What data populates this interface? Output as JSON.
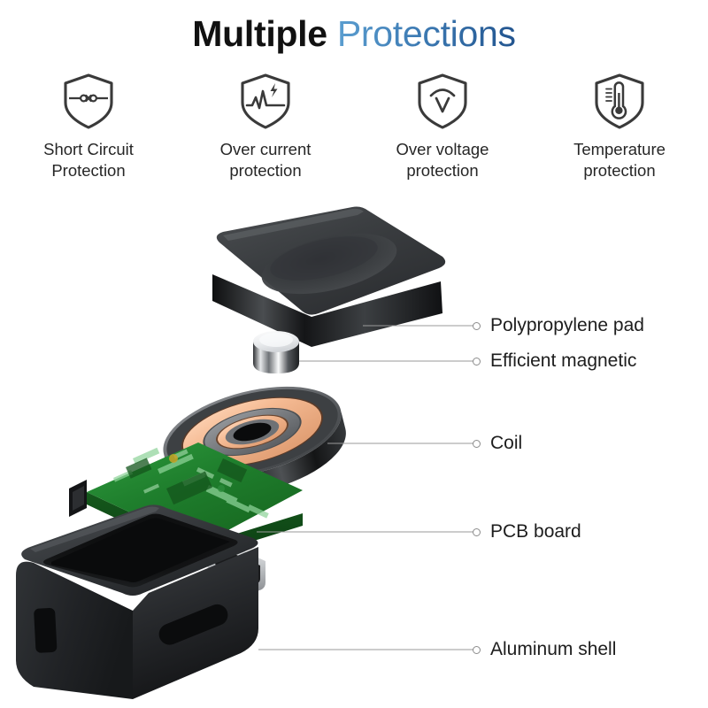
{
  "title": {
    "bold_part": "Multiple",
    "accent_part": "Protections",
    "accent_color_start": "#5b9ed0",
    "accent_color_end": "#23558f",
    "bold_color": "#111111"
  },
  "protections": [
    {
      "icon": "shield-short-circuit-icon",
      "label_line1": "Short Circuit",
      "label_line2": "Protection"
    },
    {
      "icon": "shield-over-current-icon",
      "label_line1": "Over current",
      "label_line2": "protection"
    },
    {
      "icon": "shield-over-voltage-icon",
      "label_line1": "Over voltage",
      "label_line2": "protection"
    },
    {
      "icon": "shield-temperature-icon",
      "label_line1": "Temperature",
      "label_line2": "protection"
    }
  ],
  "exploded_view": {
    "parts": [
      {
        "key": "pad",
        "name": "polypropylene-pad",
        "label": "Polypropylene pad",
        "color": "#3a3c3e"
      },
      {
        "key": "magnet",
        "name": "efficient-magnetic",
        "label": "Efficient magnetic",
        "color": "#c9ccd0"
      },
      {
        "key": "coil",
        "name": "coil",
        "label": "Coil",
        "color": "#e8a87c"
      },
      {
        "key": "pcb",
        "name": "pcb-board",
        "label": "PCB board",
        "color": "#1f7a2e"
      },
      {
        "key": "shell",
        "name": "aluminum-shell",
        "label": "Aluminum shell",
        "color": "#2a2c2e"
      }
    ],
    "leader_line_color": "#9a9a9a"
  }
}
